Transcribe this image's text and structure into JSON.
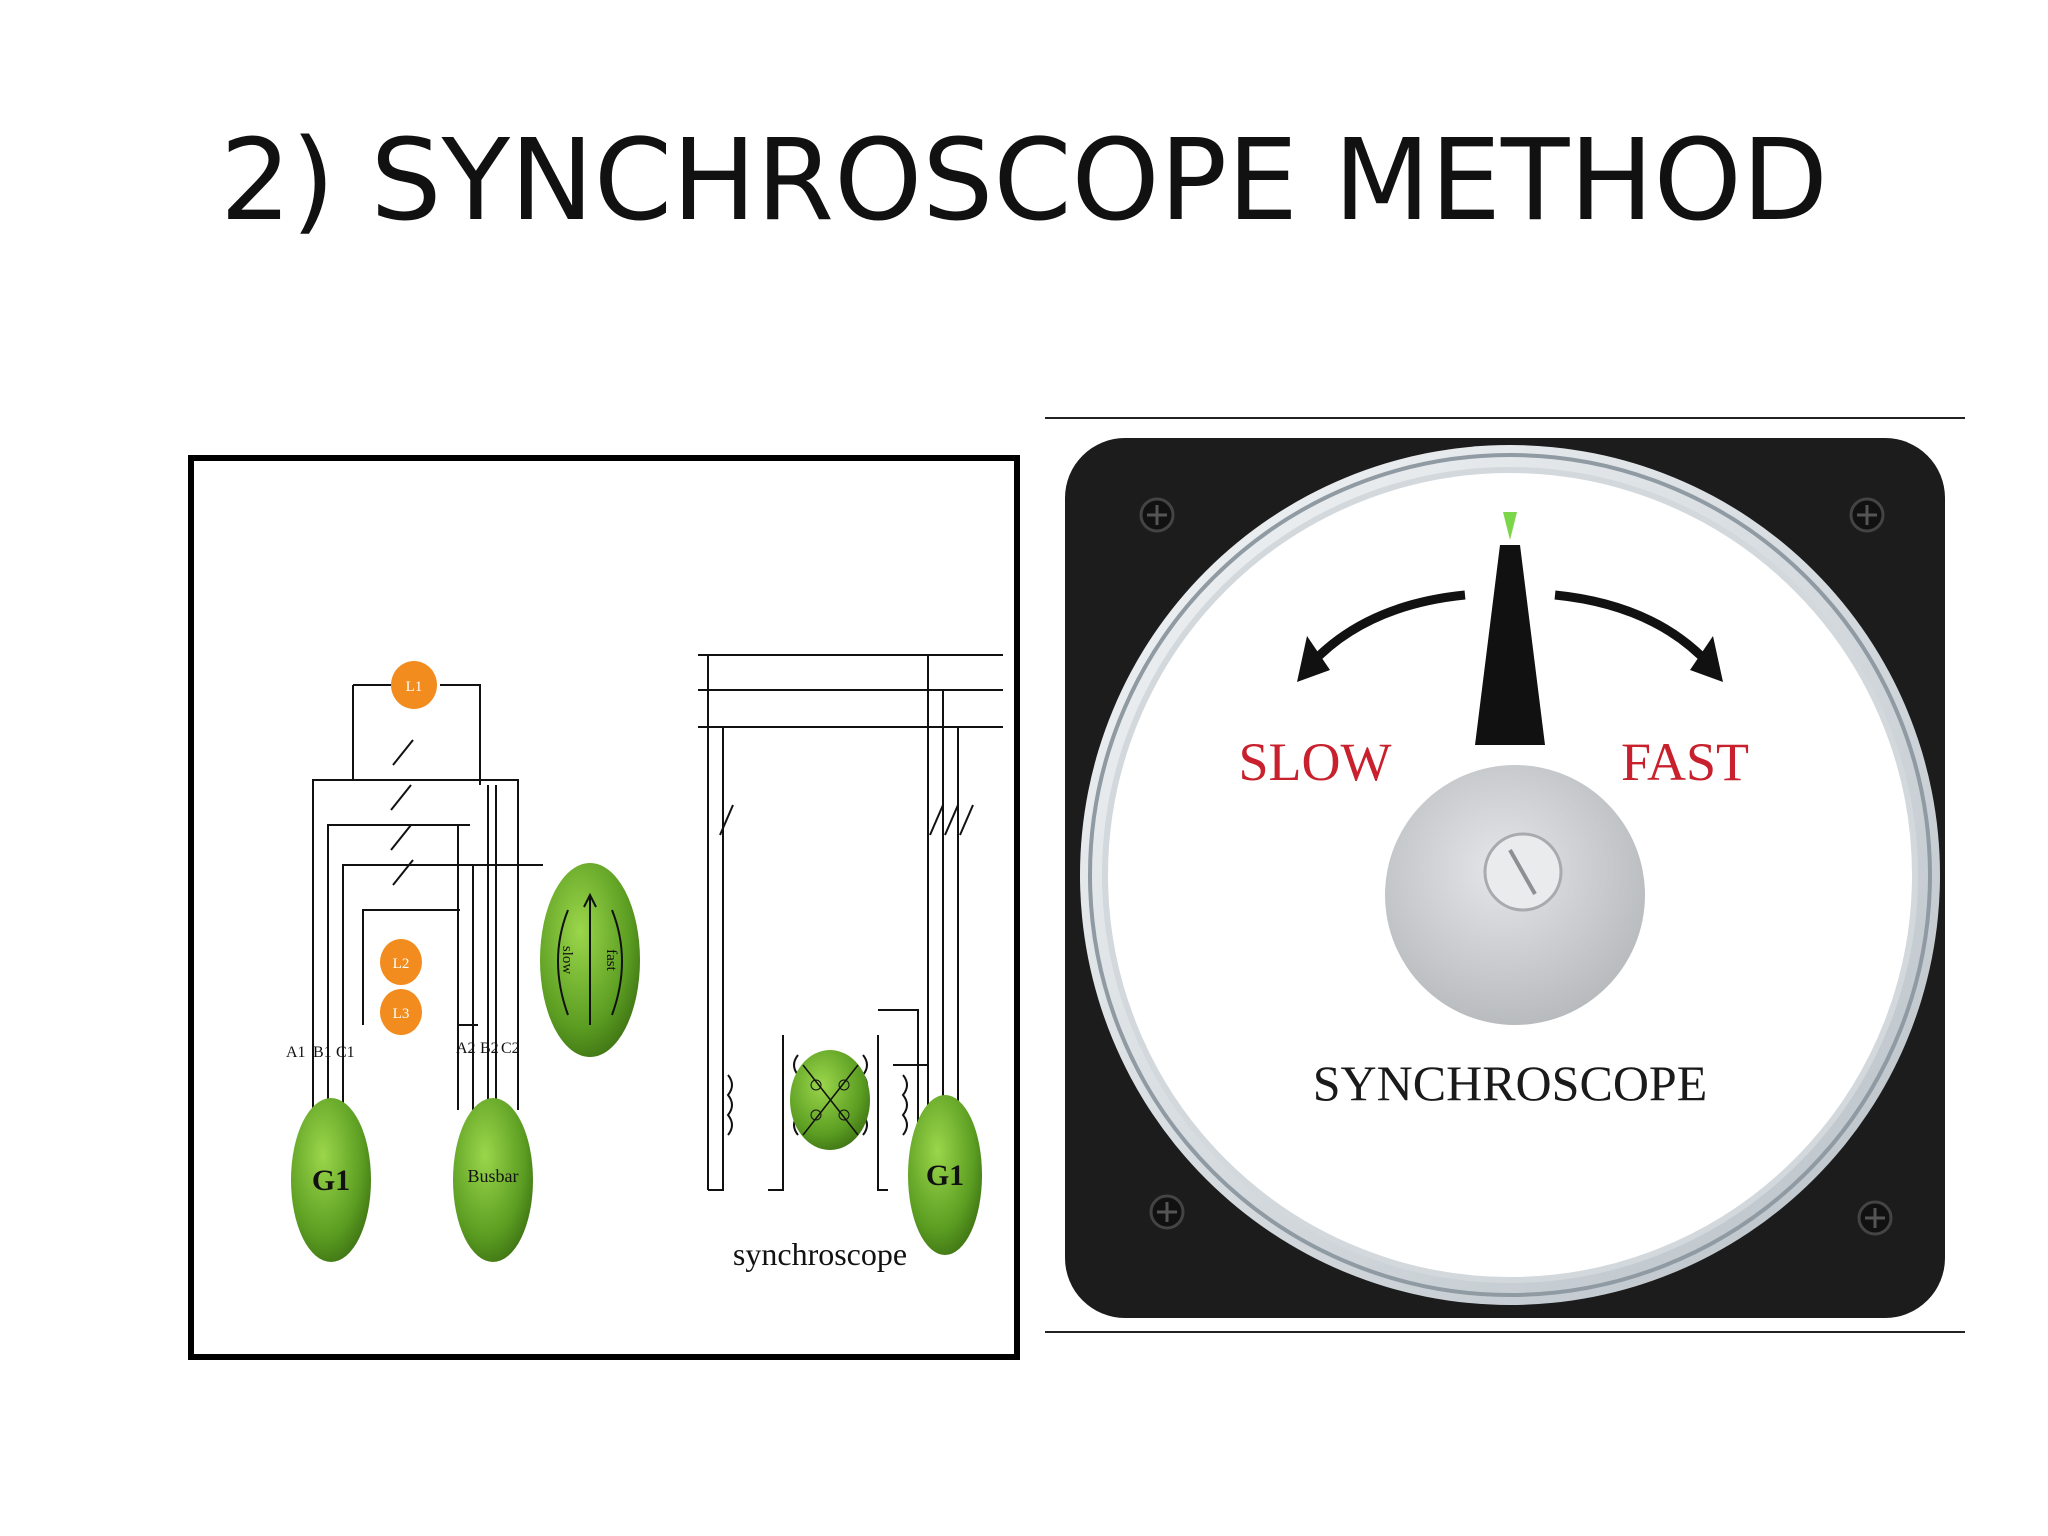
{
  "slide": {
    "title": "2)  SYNCHROSCOPE METHOD"
  },
  "circuit": {
    "lamps": [
      "L1",
      "L2",
      "L3"
    ],
    "phase_labels_left": [
      "A1",
      "B1",
      "C1"
    ],
    "phase_labels_right": [
      "A2",
      "B2",
      "C2"
    ],
    "scope_dial": {
      "left": "slow",
      "right": "fast"
    },
    "generator_left": "G1",
    "busbar": "Busbar",
    "generator_right": "G1",
    "synchroscope_label": "synchroscope"
  },
  "meter": {
    "slow_label": "SLOW",
    "fast_label": "FAST",
    "name_label": "SYNCHROSCOPE",
    "colors": {
      "slow": "#c8202c",
      "fast": "#c8202c",
      "needle_tip": "#7cd64a",
      "bezel": "#1c1c1c"
    }
  },
  "colors": {
    "lamp": "#f28c1e",
    "green": "#6cab2a"
  }
}
